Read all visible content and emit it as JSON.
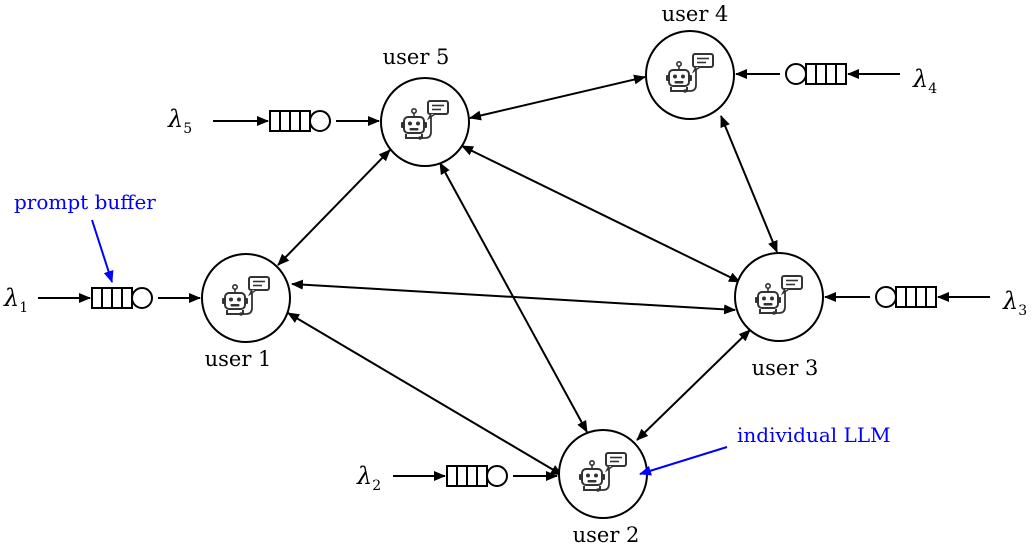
{
  "users": [
    {
      "id": 1,
      "label": "user 1",
      "lambda": "λ",
      "sub": "1",
      "icon": "robot-chat-icon"
    },
    {
      "id": 2,
      "label": "user 2",
      "lambda": "λ",
      "sub": "2",
      "icon": "robot-chat-icon"
    },
    {
      "id": 3,
      "label": "user 3",
      "lambda": "λ",
      "sub": "3",
      "icon": "robot-chat-icon"
    },
    {
      "id": 4,
      "label": "user 4",
      "lambda": "λ",
      "sub": "4",
      "icon": "robot-chat-icon"
    },
    {
      "id": 5,
      "label": "user 5",
      "lambda": "λ",
      "sub": "5",
      "icon": "robot-chat-icon"
    }
  ],
  "edges": [
    [
      5,
      4
    ],
    [
      5,
      1
    ],
    [
      5,
      3
    ],
    [
      5,
      2
    ],
    [
      4,
      3
    ],
    [
      1,
      3
    ],
    [
      1,
      2
    ],
    [
      3,
      2
    ]
  ],
  "annotations": {
    "prompt_buffer": "prompt buffer",
    "individual_llm": "individual LLM",
    "color": "#0000ff"
  }
}
